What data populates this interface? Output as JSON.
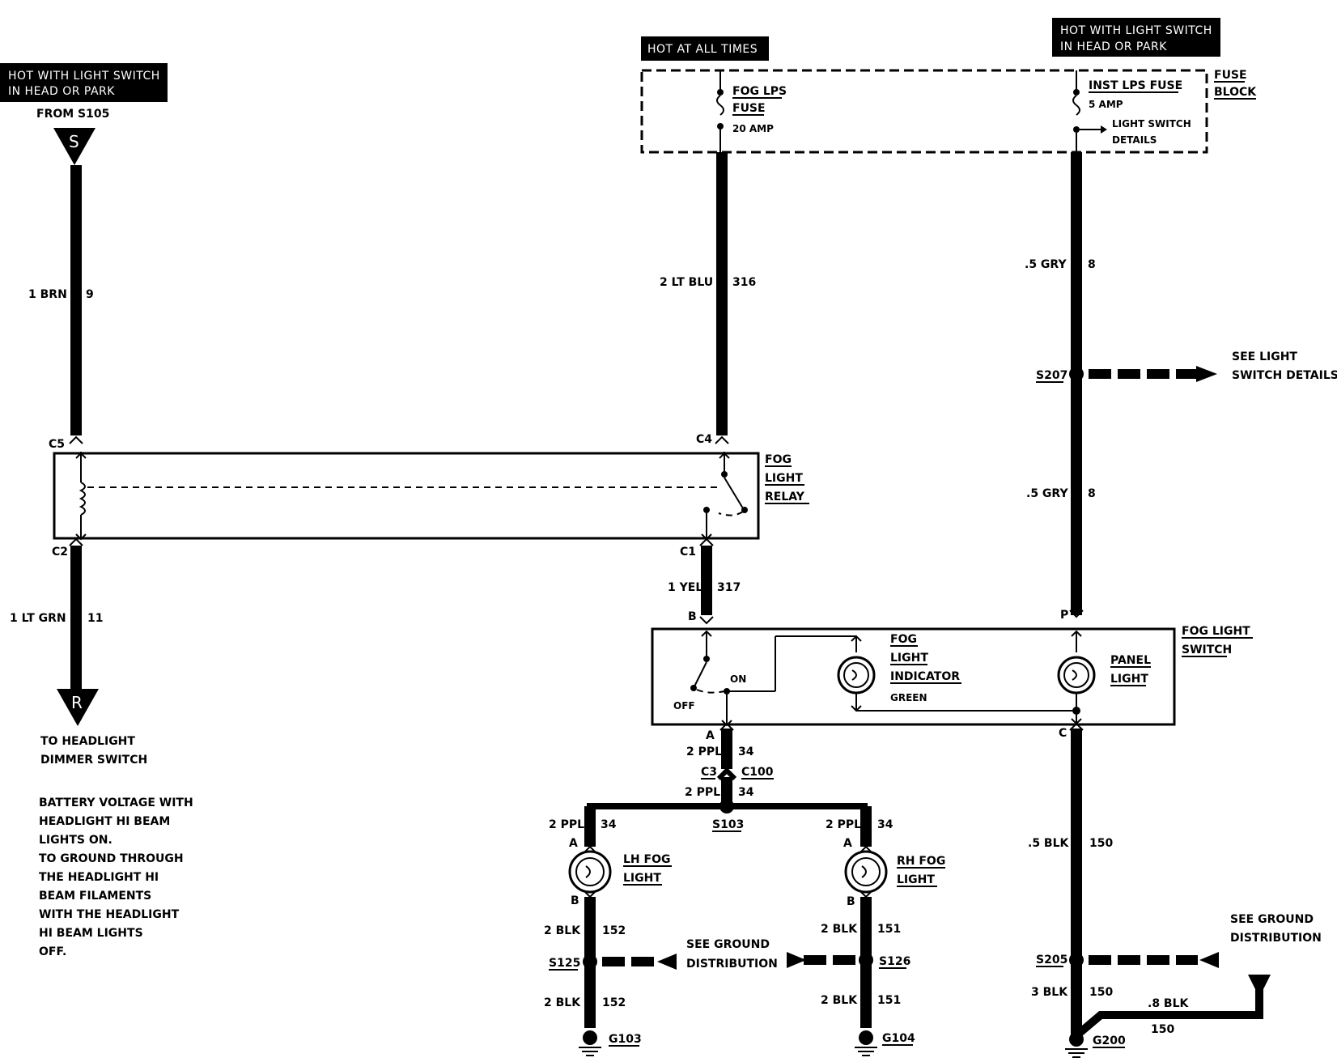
{
  "tags": {
    "left_hot": [
      "HOT WITH LIGHT SWITCH",
      "IN HEAD OR PARK"
    ],
    "hot_all_times": "HOT AT ALL TIMES",
    "right_hot": [
      "HOT WITH LIGHT SWITCH",
      "IN HEAD OR PARK"
    ]
  },
  "from_s105": "FROM S105",
  "connector_s": "S",
  "connector_r": "R",
  "fuse_block": {
    "label": [
      "FUSE",
      "BLOCK"
    ],
    "fog_fuse": [
      "FOG LPS",
      "FUSE"
    ],
    "fog_amp": "20 AMP",
    "inst_fuse": "INST LPS FUSE",
    "inst_amp": "5 AMP",
    "ls_details": [
      "LIGHT SWITCH",
      "DETAILS"
    ]
  },
  "wires": {
    "w9": [
      "1 BRN",
      "9"
    ],
    "w316": [
      "2 LT BLU",
      "316"
    ],
    "w8a": [
      ".5 GRY",
      "8"
    ],
    "w8b": [
      ".5 GRY",
      "8"
    ],
    "w11": [
      "1 LT GRN",
      "11"
    ],
    "w317": [
      "1 YEL",
      "317"
    ],
    "w34a": [
      "2 PPL",
      "34"
    ],
    "w34b": [
      "2 PPL",
      "34"
    ],
    "w34c": [
      "2 PPL",
      "34"
    ],
    "w34d": [
      "2 PPL",
      "34"
    ],
    "w150a": [
      ".5 BLK",
      "150"
    ],
    "w150b": [
      "3 BLK",
      "150"
    ],
    "w150c": [
      ".8 BLK",
      "150"
    ],
    "w152a": [
      "2 BLK",
      "152"
    ],
    "w152b": [
      "2 BLK",
      "152"
    ],
    "w151a": [
      "2 BLK",
      "151"
    ],
    "w151b": [
      "2 BLK",
      "151"
    ]
  },
  "splices": {
    "s207": "S207",
    "s103": "S103",
    "s125": "S125",
    "s126": "S126",
    "s205": "S205"
  },
  "see_light_switch": [
    "SEE LIGHT",
    "SWITCH DETAILS"
  ],
  "see_ground_mid": [
    "SEE GROUND",
    "DISTRIBUTION"
  ],
  "see_ground_right": [
    "SEE GROUND",
    "DISTRIBUTION"
  ],
  "relay": {
    "label": [
      "FOG",
      "LIGHT",
      "RELAY"
    ],
    "c5": "C5",
    "c4": "C4",
    "c2": "C2",
    "c1": "C1"
  },
  "switch": {
    "label": [
      "FOG LIGHT",
      "SWITCH"
    ],
    "indicator": [
      "FOG",
      "LIGHT",
      "INDICATOR"
    ],
    "green": "GREEN",
    "panel": [
      "PANEL",
      "LIGHT"
    ],
    "on": "ON",
    "off": "OFF",
    "b": "B",
    "p": "P",
    "a": "A",
    "c": "C"
  },
  "connectors": {
    "c3": "C3",
    "c100": "C100"
  },
  "lh_fog": {
    "label": [
      "LH FOG",
      "LIGHT"
    ],
    "a": "A",
    "b": "B"
  },
  "rh_fog": {
    "label": [
      "RH FOG",
      "LIGHT"
    ],
    "a": "A",
    "b": "B"
  },
  "grounds": {
    "g103": "G103",
    "g104": "G104",
    "g200": "G200"
  },
  "headlight_note": [
    "TO HEADLIGHT",
    "DIMMER SWITCH"
  ],
  "battery_note": [
    "BATTERY VOLTAGE WITH",
    "HEADLIGHT HI BEAM",
    "LIGHTS ON.",
    "TO GROUND THROUGH",
    "THE HEADLIGHT HI",
    "BEAM FILAMENTS",
    "WITH THE HEADLIGHT",
    "HI BEAM LIGHTS",
    "OFF."
  ]
}
